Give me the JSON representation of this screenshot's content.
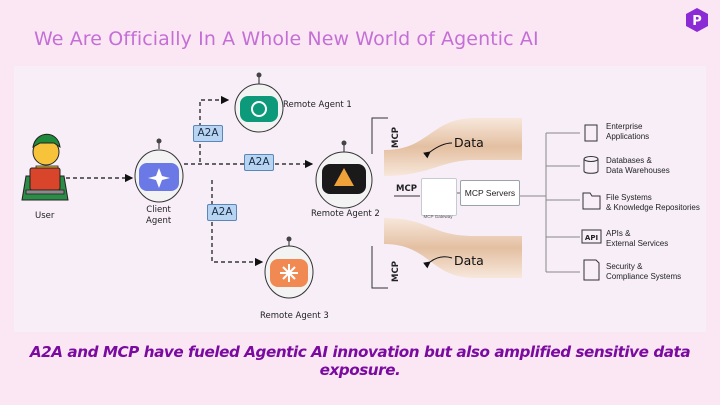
{
  "title": "We Are Officially In A Whole New World of Agentic AI",
  "caption": "A2A and MCP have fueled Agentic AI innovation but also amplified sensitive data exposure.",
  "logo_letter": "P",
  "actors": {
    "user": "User",
    "client": "Client\nAgent",
    "remote1": "Remote Agent 1",
    "remote2": "Remote Agent 2",
    "remote3": "Remote Agent 3"
  },
  "protocols": {
    "a2a": "A2A",
    "mcp": "MCP"
  },
  "flows": {
    "data_label": "Data"
  },
  "mcp": {
    "servers_label": "MCP Servers",
    "gateway_label": "MCP Gateway"
  },
  "resources": [
    {
      "icon": "building-icon",
      "label": "Enterprise\nApplications"
    },
    {
      "icon": "database-icon",
      "label": "Databases &\nData Warehouses"
    },
    {
      "icon": "folder-icon",
      "label": "File Systems\n& Knowledge Repositories"
    },
    {
      "icon": "api-icon",
      "label": "APIs &\nExternal Services"
    },
    {
      "icon": "security-doc-icon",
      "label": "Security &\nCompliance Systems"
    }
  ],
  "colors": {
    "title": "#c46fd6",
    "caption": "#7a0aa0",
    "band": "#e6c3a1",
    "tag": "#b7d5f3",
    "logo": "#8a2bd6"
  }
}
